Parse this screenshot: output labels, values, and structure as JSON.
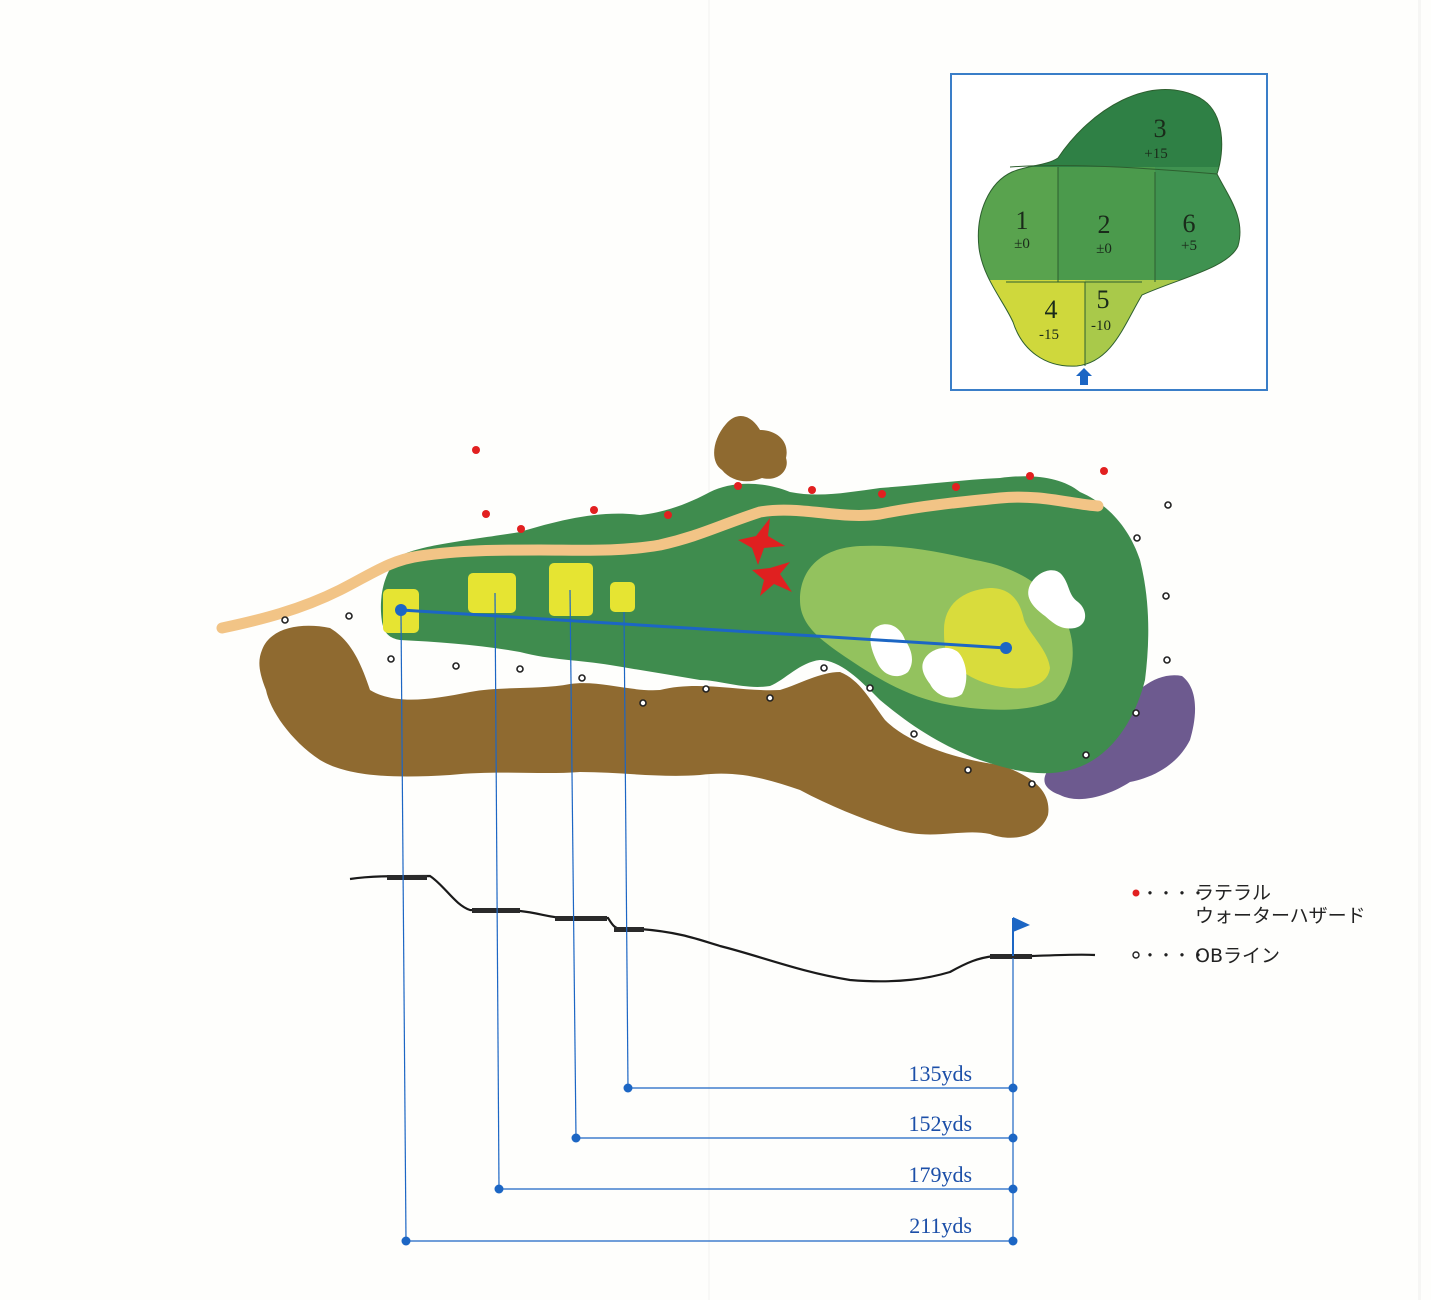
{
  "green_map": {
    "sections": [
      {
        "number": "1",
        "score": "±0"
      },
      {
        "number": "2",
        "score": "±0"
      },
      {
        "number": "3",
        "score": "+15"
      },
      {
        "number": "4",
        "score": "-15"
      },
      {
        "number": "5",
        "score": "-10"
      },
      {
        "number": "6",
        "score": "+5"
      }
    ]
  },
  "legend": {
    "hazard_line1": "ラテラル",
    "hazard_line2": "ウォーターハザード",
    "ob": "OBライン",
    "dots": "・・・・"
  },
  "distances": [
    {
      "label": "135yds"
    },
    {
      "label": "152yds"
    },
    {
      "label": "179yds"
    },
    {
      "label": "211yds"
    }
  ],
  "colors": {
    "rough": "#3f8c4e",
    "green": "#93c25e",
    "pin_area": "#d9dc3c",
    "tee": "#e6e432",
    "cart_path": "#f2c486",
    "dirt": "#8f6a30",
    "purple": "#6d5a8f",
    "line_blue": "#1c66c4",
    "hazard_red": "#e22020",
    "tree_red": "#e02020"
  }
}
